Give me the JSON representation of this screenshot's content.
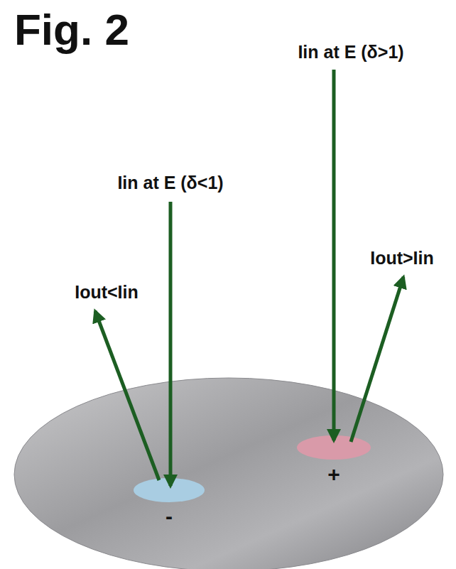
{
  "diagram": {
    "title": "Fig. 2",
    "labels": [
      "Iin at E (δ>1)",
      "Iin at E (δ<1)",
      "Iout<Iin",
      "Iout>Iin",
      "-",
      "+"
    ]
  }
}
